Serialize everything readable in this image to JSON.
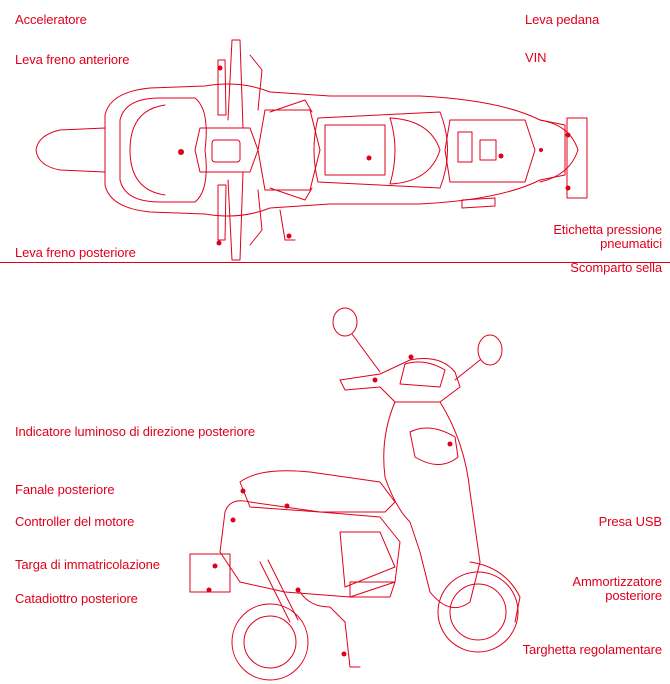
{
  "colors": {
    "accent": "#e0001b",
    "background": "#ffffff"
  },
  "top_view": {
    "labels": {
      "accelerator": "Acceleratore",
      "front_brake_lever": "Leva freno anteriore",
      "rear_brake_lever": "Leva freno posteriore",
      "kickstand_lever": "Leva pedana",
      "vin": "VIN",
      "tire_pressure_label_1": "Etichetta pressione",
      "tire_pressure_label_2": "pneumatici",
      "seat_compartment": "Scomparto sella"
    }
  },
  "side_view": {
    "labels": {
      "rear_turn_indicator": "Indicatore luminoso di direzione posteriore",
      "tail_light": "Fanale posteriore",
      "motor_controller": "Controller del motore",
      "license_plate": "Targa di immatricolazione",
      "rear_reflector": "Catadiottro posteriore",
      "usb_socket": "Presa USB",
      "rear_shock_1": "Ammortizzatore",
      "rear_shock_2": "posteriore",
      "regulatory_plate": "Targhetta regolamentare"
    }
  }
}
